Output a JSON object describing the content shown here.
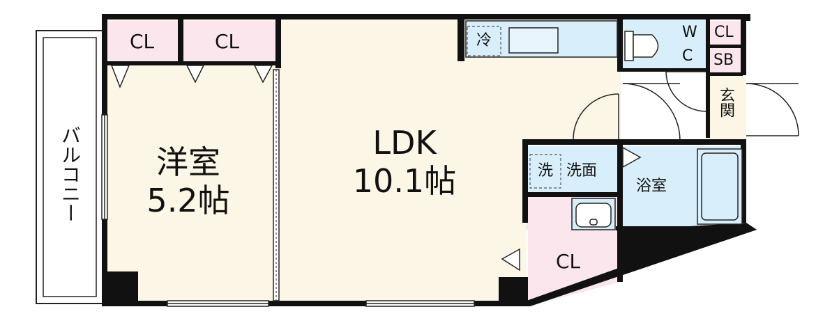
{
  "rooms": {
    "western": {
      "name": "洋室",
      "size": "5.2帖"
    },
    "ldk": {
      "name": "LDK",
      "size": "10.1帖"
    },
    "bath": {
      "name": "浴室"
    },
    "washroom": {
      "name": "洗面"
    },
    "entrance": {
      "name": "玄関"
    },
    "balcony": {
      "name": "バルコニー"
    }
  },
  "closets": {
    "cl1": "CL",
    "cl2": "CL",
    "cl_wc": "CL",
    "cl_bottom": "CL"
  },
  "wc": {
    "line1": "W",
    "line2": "C"
  },
  "shoebox": "SB",
  "fridge": "冷",
  "washer": "洗",
  "colors": {
    "floor_cream": "#fcf6e6",
    "closet_pink": "#fbe6ee",
    "wet_blue": "#d8eefa",
    "wall": "#111111"
  }
}
